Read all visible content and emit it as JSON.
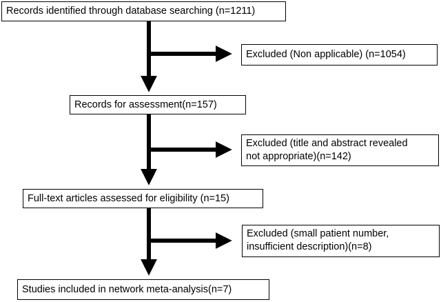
{
  "nodes": {
    "identified": "Records identified through database searching (n=1211)",
    "excluded_1": "Excluded (Non applicable) (n=1054)",
    "assessment": "Records for assessment(n=157)",
    "excluded_2": [
      "Excluded (title and abstract revealed",
      "not appropriate)(n=142)"
    ],
    "fulltext": "Full-text articles assessed for eligibility (n=15)",
    "excluded_3": [
      "Excluded (small patient number,",
      "insufficient description)(n=8)"
    ],
    "included": "Studies included in network meta-analysis(n=7)"
  },
  "colors": {
    "line": "#000000",
    "box_border": "#000000",
    "background": "#ffffff"
  }
}
